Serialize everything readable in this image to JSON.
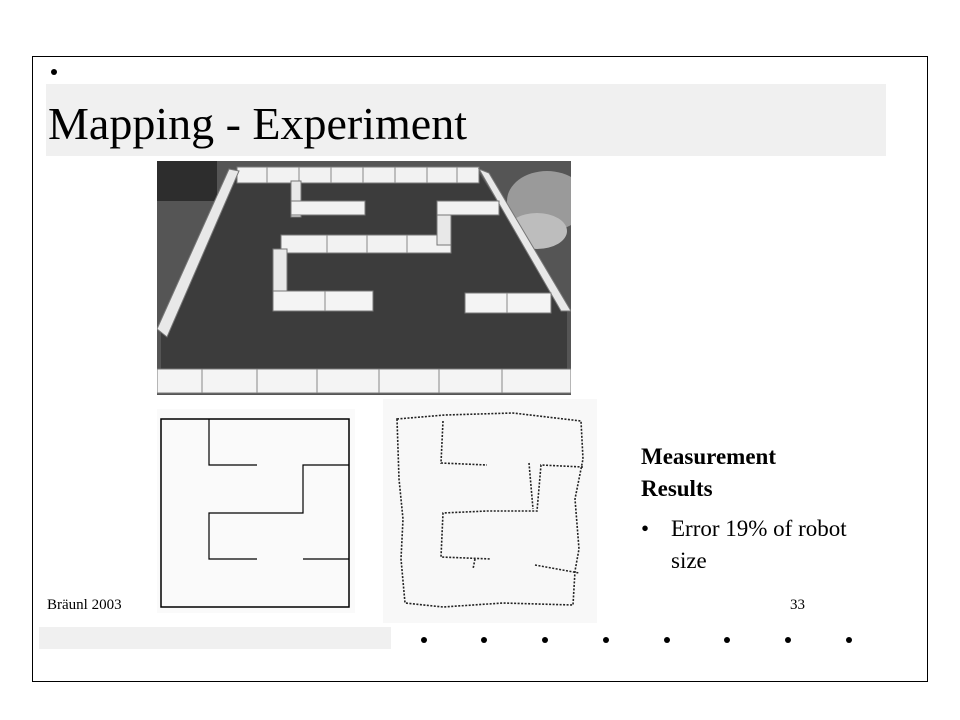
{
  "slide": {
    "title": "Mapping - Experiment",
    "results_heading": "Measurement Results",
    "results_items": [
      {
        "bullet": "•",
        "text": "Error 19% of robot size"
      }
    ],
    "footer_author": "Bräunl 2003",
    "page_number": "33"
  },
  "images": {
    "photo": "maze-photo",
    "ideal_map": "ideal-maze-map",
    "measured_map": "measured-maze-map"
  },
  "colors": {
    "background": "#ffffff",
    "title_band": "#f0f0f0",
    "maze_floor": "#3c3c3c",
    "maze_wall": "#f2f2f2",
    "ink": "#000000"
  }
}
